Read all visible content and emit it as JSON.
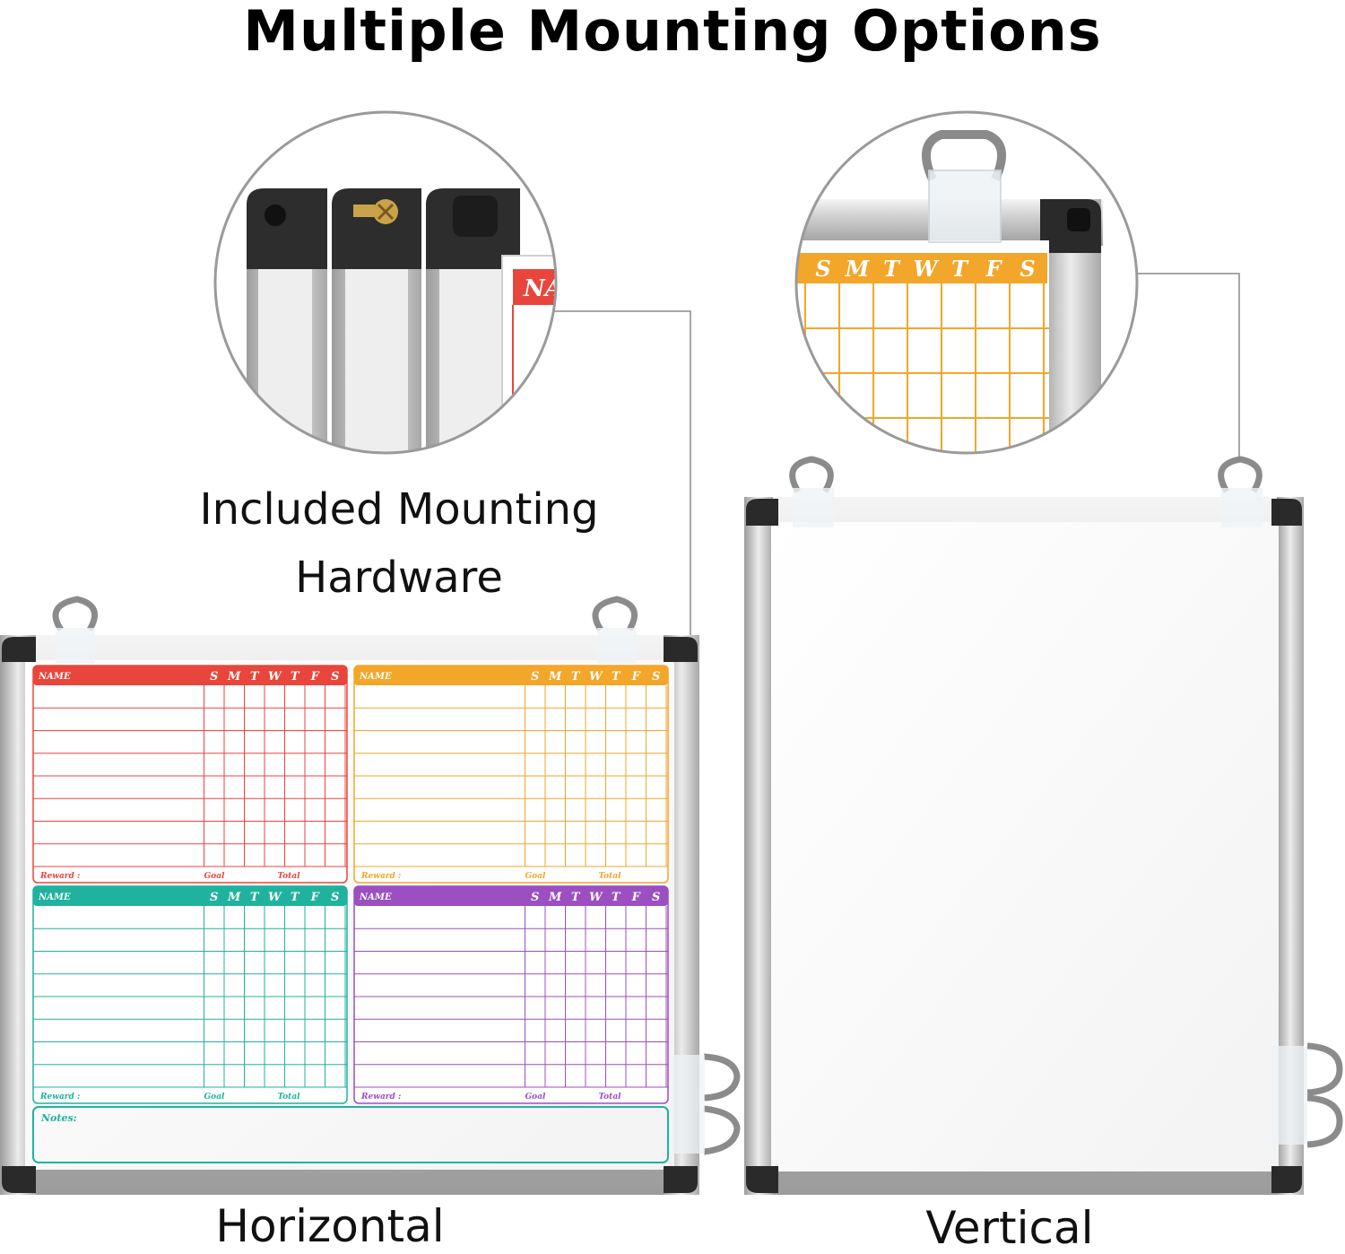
{
  "heading": "Multiple Mounting Options",
  "callout_label_line1": "Included Mounting",
  "callout_label_line2": "Hardware",
  "caption_horizontal": "Horizontal",
  "caption_vertical": "Vertical",
  "chart": {
    "name_label": "NAME",
    "days": [
      "S",
      "M",
      "T",
      "W",
      "T",
      "F",
      "S"
    ],
    "reward_label": "Reward :",
    "goal_label": "Goal",
    "total_label": "Total",
    "notes_label": "Notes:",
    "zoom_name_fragment": "NA",
    "panel_colors": [
      "#e8463c",
      "#f2a62a",
      "#20b29e",
      "#9b4fc0"
    ]
  }
}
